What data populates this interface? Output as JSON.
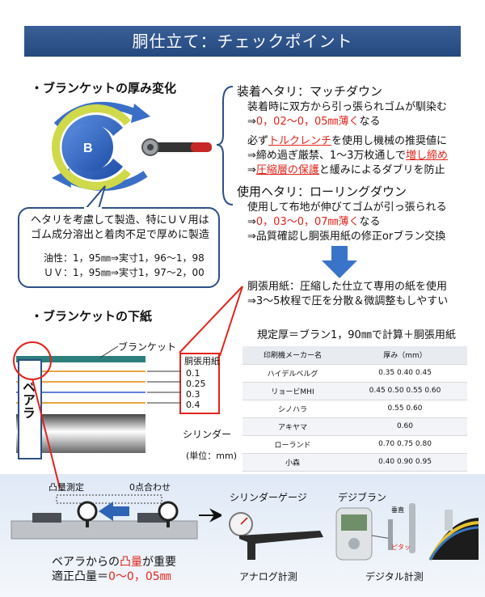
{
  "header": {
    "title": "胴仕立て：チェックポイント"
  },
  "section1": {
    "title": "・ブランケットの厚み変化",
    "diagram_label": "B"
  },
  "callout_left": {
    "line1": "ヘタリを考慮して製造、特にＵＶ用は",
    "line2": "ゴム成分溶出と着肉不足で厚めに製造",
    "oil": "油性：1，95㎜⇒実寸1，96～1，98",
    "uv": "ＵＶ：1，95㎜⇒実寸1，97～2，00"
  },
  "right_block": {
    "h1": "装着ヘタリ：マッチダウン",
    "p1a": "装着時に双方から引っ張られゴムが馴染む",
    "p1b_pre": "⇒",
    "p1b_red": "0，02～0，05㎜薄く",
    "p1b_post": "なる",
    "p2a_pre": "必ず",
    "p2a_red": "トルクレンチ",
    "p2a_post": "を使用し機械の推奨値に",
    "p2b_pre": "⇒締め過ぎ厳禁、1～3万枚通しで",
    "p2b_red": "増し締め",
    "p2c_pre": "⇒",
    "p2c_red": "圧縮層の保護",
    "p2c_post": "と緩みによるダブリを防止",
    "h2": "使用ヘタリ：ローリングダウン",
    "p3a": "使用して布地が伸びてゴムが引っ張られる",
    "p3b_pre": "⇒",
    "p3b_red": "0，03～0，07㎜薄く",
    "p3b_post": "なる",
    "p3c": "⇒品質確認し胴張用紙の修正orブラン交換",
    "p4a": "胴張用紙：圧縮した仕立て専用の紙を使用",
    "p4b": "⇒3～5枚程で圧を分散＆微調整もしやすい"
  },
  "section2": {
    "title": "・ブランケットの下紙",
    "blanket": "ブランケット",
    "paper_title": "胴張用紙",
    "paper_vals": [
      "0.1",
      "0.25",
      "0.3",
      "0.4"
    ],
    "bearer": "ベアラ",
    "cylinder": "シリンダー",
    "unit": "(単位：mm)"
  },
  "table": {
    "caption": "規定厚＝ブラン1，90㎜で計算＋胴張用紙",
    "headers": [
      "印刷機メーカー名",
      "厚み（mm）"
    ],
    "rows": [
      [
        "ハイデルベルグ",
        "0.35  0.40  0.45"
      ],
      [
        "リョービMHI",
        "0.45  0.50  0.55  0.60"
      ],
      [
        "シノハラ",
        "0.55  0.60"
      ],
      [
        "アキヤマ",
        "0.60"
      ],
      [
        "ローランド",
        "0.70  0.75  0.80"
      ],
      [
        "小森",
        "0.40  0.90  0.95"
      ]
    ]
  },
  "bottom": {
    "gauge_label1": "凸量測定",
    "gauge_label2": "0点合わせ",
    "text1_pre": "ベアラからの",
    "text1_red": "凸量",
    "text1_post": "が重要",
    "text2_pre": "適正凸量＝",
    "text2_red": "0～0，05㎜",
    "cyl_gauge_title": "シリンダーゲージ",
    "analog": "アナログ計測",
    "digi_title": "デジブラン",
    "digital": "デジタル計測",
    "digi_small1": "垂直",
    "digi_small2": "ピタッ"
  },
  "colors": {
    "header_blue": "#2d4f85",
    "accent_red": "#e0241b",
    "arrow_blue": "#2f64b4",
    "ring_green": "#cfd94a"
  }
}
